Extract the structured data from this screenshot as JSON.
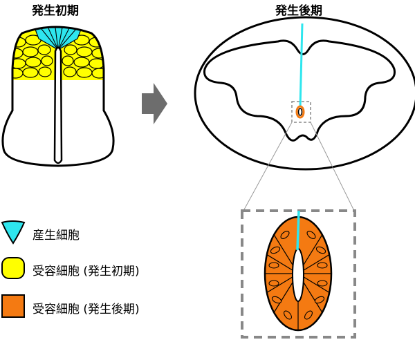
{
  "titles": {
    "early": "発生初期",
    "late": "発生後期"
  },
  "legend": [
    {
      "label": "産生細胞",
      "color": "#2ee6ee",
      "shape": "wedge"
    },
    {
      "label": "受容細胞 (発生初期)",
      "color": "#ffff00",
      "shape": "rounded-square"
    },
    {
      "label": "受容細胞 (発生後期)",
      "color": "#f47a12",
      "shape": "square"
    }
  ],
  "colors": {
    "producer": "#2ee6ee",
    "receiver_early": "#ffff00",
    "receiver_late": "#f47a12",
    "arrow": "#6d6d6d",
    "zoom_box": "#888888"
  },
  "icons": {
    "transition_arrow": "right-arrow-icon"
  }
}
